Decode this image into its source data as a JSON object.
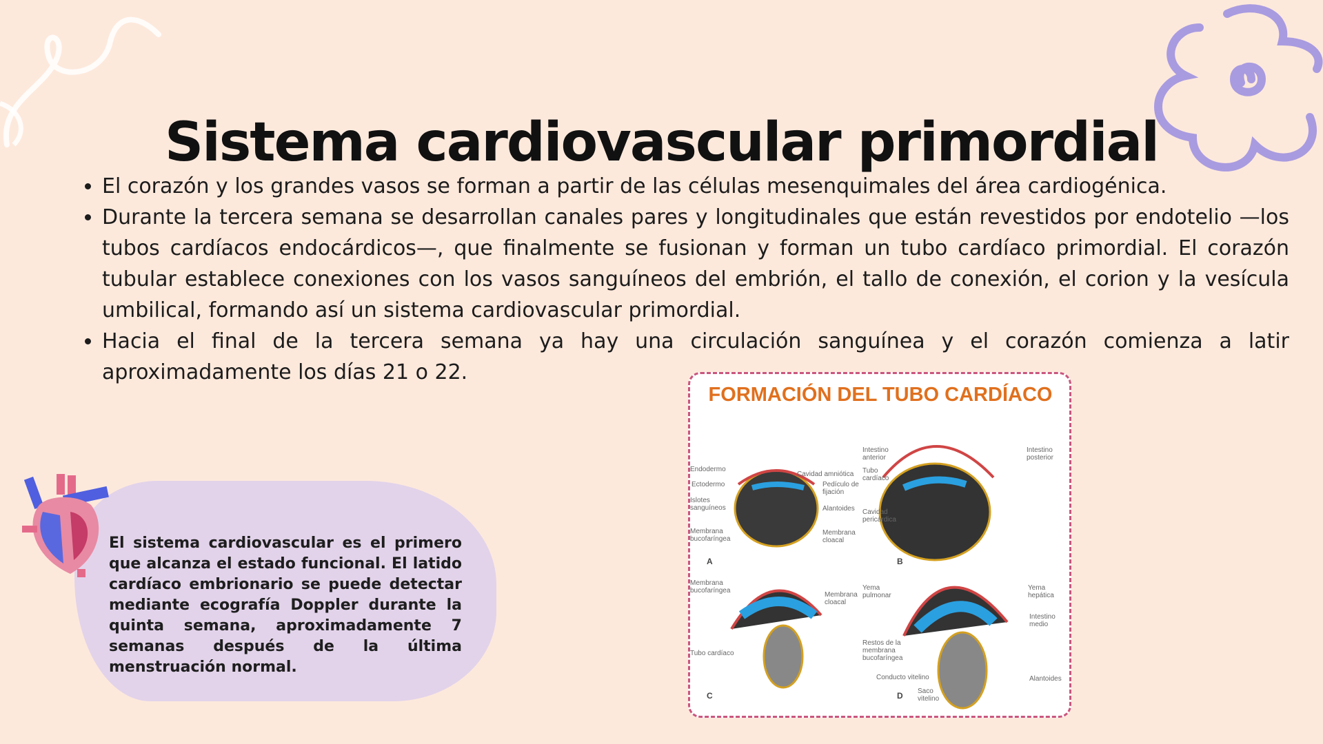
{
  "title": "Sistema cardiovascular primordial",
  "bullets": [
    "El corazón y los grandes vasos se forman a partir de las células mesenquimales del área cardiogénica.",
    "Durante la tercera semana se desarrollan canales pares y longitudinales que están revestidos por endotelio —los tubos cardíacos endocárdicos—, que finalmente se fusionan y forman un tubo cardíaco primordial. El corazón tubular establece conexiones con los vasos sanguíneos del embrión, el tallo de conexión, el corion y la vesícula umbilical, formando así un sistema cardiovascular primordial.",
    "Hacia el final de la tercera semana ya hay una circulación sanguínea y el corazón comienza a latir aproximadamente los días 21 o 22."
  ],
  "callout": "El sistema cardiovascular es el primero que alcanza el estado funcional. El latido cardíaco embrionario se puede detectar mediante ecografía Doppler durante la quinta semana, aproximadamente 7 semanas después de la última menstruación normal.",
  "figure": {
    "title": "FORMACIÓN DEL TUBO CARDÍACO",
    "panels": [
      "A",
      "B",
      "C",
      "D"
    ],
    "labels": {
      "a": [
        "Endodermo",
        "Ectodermo",
        "Islotes sanguíneos",
        "Membrana bucofaríngea",
        "Cavidad amniótica",
        "Pedículo de fijación",
        "Alantoides",
        "Membrana cloacal"
      ],
      "b": [
        "Intestino anterior",
        "Tubo cardíaco",
        "Cavidad pericárdica",
        "Intestino posterior"
      ],
      "c": [
        "Membrana bucofaríngea",
        "Membrana cloacal",
        "Tubo cardíaco"
      ],
      "d": [
        "Yema pulmonar",
        "Restos de la membrana bucofaríngea",
        "Conducto vitelino",
        "Saco vitelino",
        "Yema hepática",
        "Intestino medio",
        "Alantoides"
      ]
    }
  },
  "colors": {
    "background": "#fde9dc",
    "callout_bg": "#e2d3ea",
    "figure_border": "#c9567e",
    "figure_title": "#e0701e",
    "flower": "#a99be0"
  }
}
